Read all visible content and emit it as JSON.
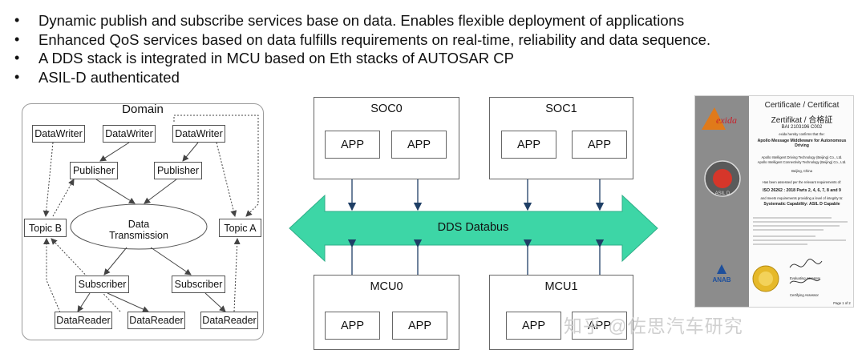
{
  "bullets": [
    "Dynamic publish and subscribe services base on data. Enables flexible deployment of applications",
    "Enhanced QoS services based on data fulfills requirements on real-time, reliability and data sequence.",
    "A DDS stack is integrated in MCU based on Eth stacks of AUTOSAR CP",
    "ASIL-D authenticated"
  ],
  "domain": {
    "title": "Domain",
    "data_writers": [
      "DataWriter",
      "DataWriter",
      "DataWriter"
    ],
    "publishers": [
      "Publisher",
      "Publisher"
    ],
    "topics": [
      "Topic B",
      "Topic A"
    ],
    "transmission": [
      "Data",
      "Transmission"
    ],
    "subscribers": [
      "Subscriber",
      "Subscriber"
    ],
    "data_readers": [
      "DataReader",
      "DataReader",
      "DataReader"
    ]
  },
  "dds": {
    "bus_label": "DDS Databus",
    "bus_color": "#3dd6a6",
    "nodes": [
      {
        "label": "SOC0",
        "apps": [
          "APP",
          "APP"
        ]
      },
      {
        "label": "SOC1",
        "apps": [
          "APP",
          "APP"
        ]
      },
      {
        "label": "MCU0",
        "apps": [
          "APP",
          "APP"
        ]
      },
      {
        "label": "MCU1",
        "apps": [
          "APP",
          "APP"
        ]
      }
    ]
  },
  "certificate": {
    "title_line1": "Certificate / Certificat",
    "title_line2": "Zertifikat / 合格証",
    "number": "BAI 2103196 C002",
    "confirm": "exida hereby confirms that the:",
    "product": "Apollo Message Middleware for Autonomous Driving",
    "company1": "Apollo Intelligent Driving Technology (Beijing) Co., Ltd.",
    "company2": "Apollo Intelligent Connectivity Technology (Beijing) Co., Ltd.",
    "city": "Beijing, China",
    "assessed": "Has been assessed per the relevant requirements of:",
    "standard": "ISO 26262 : 2018 Parts 2, 4, 6, 7, 8 and 9",
    "integrity": "and meets requirements providing a level of integrity to:",
    "capability": "Systematic Capability: ASIL D Capable",
    "sig1": "Evaluating Assessor",
    "sig2": "Certifying Assessor",
    "page": "Page 1 of 2",
    "brand": "exida",
    "seal": "ASIL D",
    "anab": "ANAB"
  },
  "watermark": "知乎 @佐思汽车研究"
}
